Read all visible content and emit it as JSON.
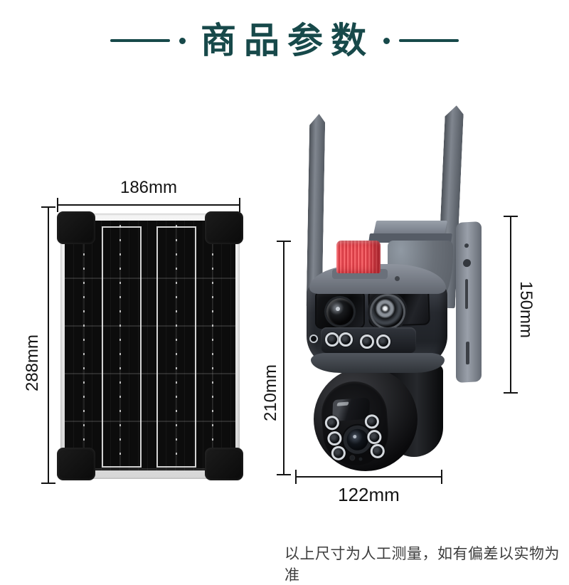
{
  "title": {
    "text": "商品参数"
  },
  "colors": {
    "title_accent": "#17494a",
    "siren_red": "#ee4e55",
    "dimension_ink": "#141414",
    "footnote_ink": "#3d3d3d"
  },
  "solar_panel": {
    "width_label": "186mm",
    "height_label": "288mm"
  },
  "camera": {
    "body_height_label": "210mm",
    "mount_height_label": "150mm",
    "base_width_label": "122mm"
  },
  "footnote": {
    "text": "以上尺寸为人工测量，如有偏差以实物为准"
  }
}
